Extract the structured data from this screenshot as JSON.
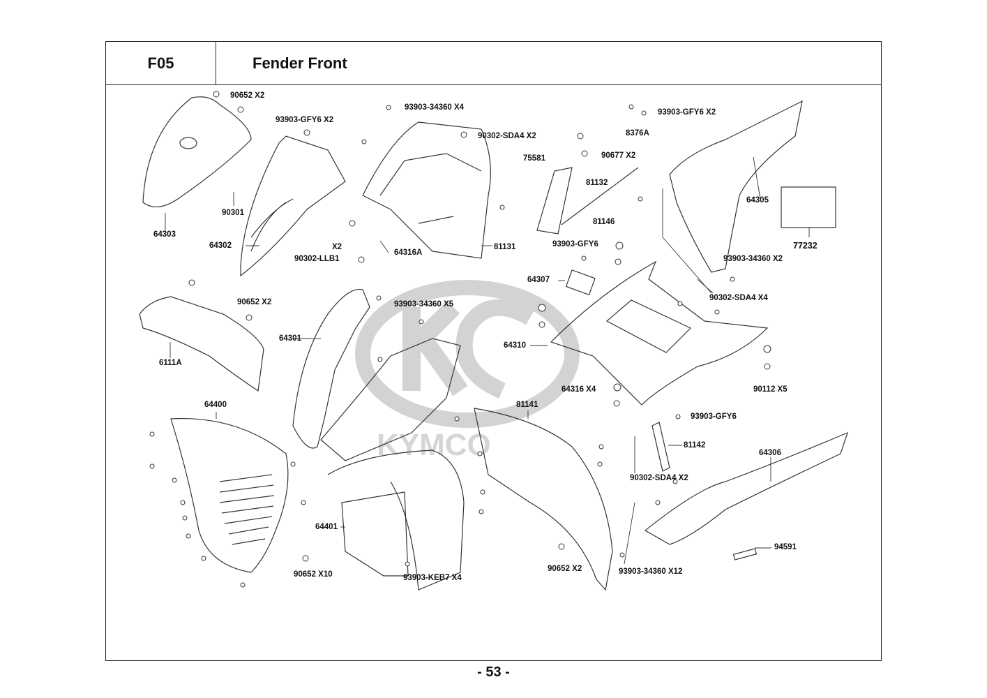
{
  "header": {
    "code": "F05",
    "title": "Fender Front"
  },
  "page_number": "- 53 -",
  "watermark": {
    "brand": "KYMCO"
  },
  "callouts": [
    {
      "id": "c1",
      "text": "90652  X2"
    },
    {
      "id": "c2",
      "text": "93903-GFY6 X2"
    },
    {
      "id": "c3",
      "text": "93903-34360 X4"
    },
    {
      "id": "c4",
      "text": "90302-SDA4 X2"
    },
    {
      "id": "c5",
      "text": "93903-GFY6 X2"
    },
    {
      "id": "c6",
      "text": "8376A"
    },
    {
      "id": "c7",
      "text": "90677  X2"
    },
    {
      "id": "c8",
      "text": "75581"
    },
    {
      "id": "c9",
      "text": "81132"
    },
    {
      "id": "c10",
      "text": "81146"
    },
    {
      "id": "c11",
      "text": "64305"
    },
    {
      "id": "c12",
      "text": "77232"
    },
    {
      "id": "c13",
      "text": "90301"
    },
    {
      "id": "c14",
      "text": "64303"
    },
    {
      "id": "c15",
      "text": "64302"
    },
    {
      "id": "c16",
      "text": "X2"
    },
    {
      "id": "c17",
      "text": "90302-LLB1"
    },
    {
      "id": "c18",
      "text": "64316A"
    },
    {
      "id": "c19",
      "text": "81131"
    },
    {
      "id": "c20",
      "text": "93903-GFY6"
    },
    {
      "id": "c21",
      "text": "64307"
    },
    {
      "id": "c22",
      "text": "93903-34360 X2"
    },
    {
      "id": "c23",
      "text": "90302-SDA4 X4"
    },
    {
      "id": "c24",
      "text": "90652  X2"
    },
    {
      "id": "c25",
      "text": "93903-34360 X5"
    },
    {
      "id": "c26",
      "text": "64301"
    },
    {
      "id": "c27",
      "text": "6111A"
    },
    {
      "id": "c28",
      "text": "64310"
    },
    {
      "id": "c29",
      "text": "64316  X4"
    },
    {
      "id": "c30",
      "text": "90112  X5"
    },
    {
      "id": "c31",
      "text": "64400"
    },
    {
      "id": "c32",
      "text": "81141"
    },
    {
      "id": "c33",
      "text": "93903-GFY6"
    },
    {
      "id": "c34",
      "text": "81142"
    },
    {
      "id": "c35",
      "text": "64306"
    },
    {
      "id": "c36",
      "text": "90302-SDA4 X2"
    },
    {
      "id": "c37",
      "text": "64401"
    },
    {
      "id": "c38",
      "text": "94591"
    },
    {
      "id": "c39",
      "text": "90652   X10"
    },
    {
      "id": "c40",
      "text": "93903-KEB7 X4"
    },
    {
      "id": "c41",
      "text": "90652  X2"
    },
    {
      "id": "c42",
      "text": "93903-34360 X12"
    }
  ]
}
